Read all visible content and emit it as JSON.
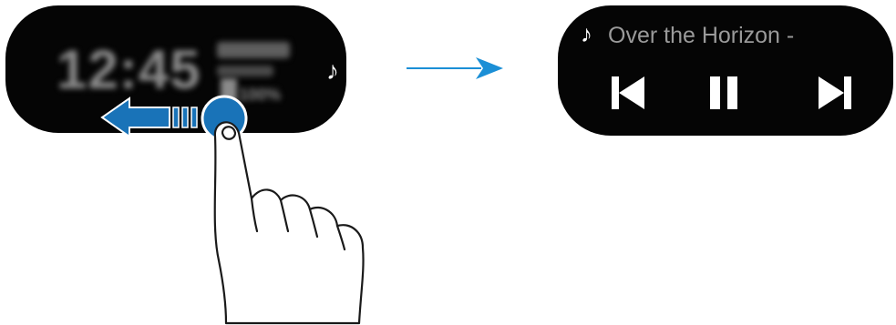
{
  "lock_screen": {
    "time": "12:45",
    "battery_percent": "100%",
    "music_icon": "music-note-icon"
  },
  "music_widget": {
    "music_icon": "music-note-icon",
    "song_title": "Over the Horizon -",
    "controls": [
      {
        "name": "previous-track",
        "icon": "skip-previous-icon"
      },
      {
        "name": "pause",
        "icon": "pause-icon"
      },
      {
        "name": "next-track",
        "icon": "skip-next-icon"
      }
    ]
  },
  "colors": {
    "screen_background": "#050505",
    "arrow_blue": "#1b8fd6",
    "swipe_arrow_blue": "#1973b8",
    "text_white": "#ffffff"
  },
  "gesture": {
    "type": "swipe-left",
    "icons": [
      "swipe-left-arrow-icon",
      "touch-point-icon",
      "hand-icon"
    ]
  }
}
